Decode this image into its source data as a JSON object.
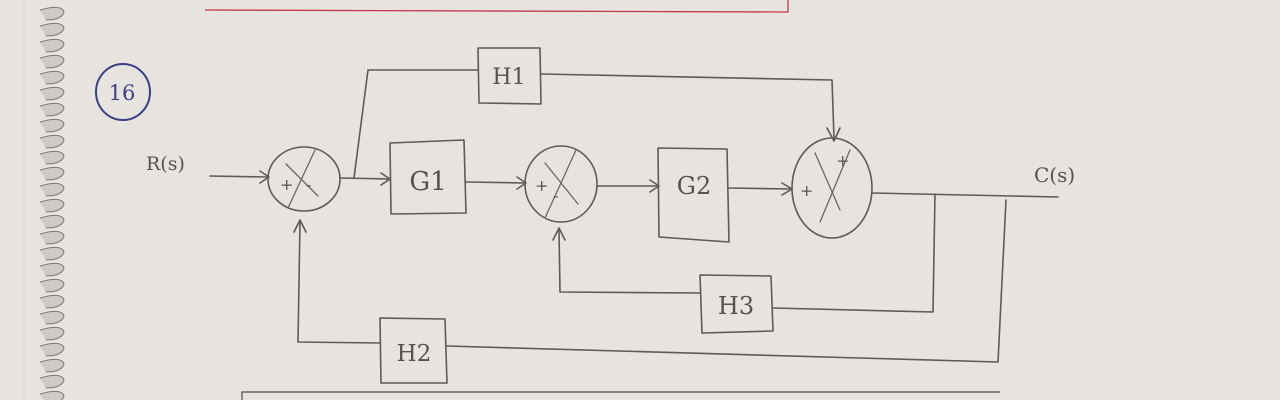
{
  "problem_number": "16",
  "signals": {
    "input": "R(s)",
    "output": "C(s)"
  },
  "blocks": {
    "g1": "G1",
    "g2": "G2",
    "h1": "H1",
    "h2": "H2",
    "h3": "H3"
  },
  "junctions": {
    "sum1": {
      "sign_a": "+",
      "sign_b": "-"
    },
    "sum2": {
      "sign_a": "+",
      "sign_b": "-"
    },
    "sum3": {
      "sign_a": "+",
      "sign_b": "+"
    }
  },
  "colors": {
    "paper": "#e7e3de",
    "pencil": "#5d5a58",
    "pen_circle": "#3b3f8a",
    "margin_red": "#c0394a"
  }
}
